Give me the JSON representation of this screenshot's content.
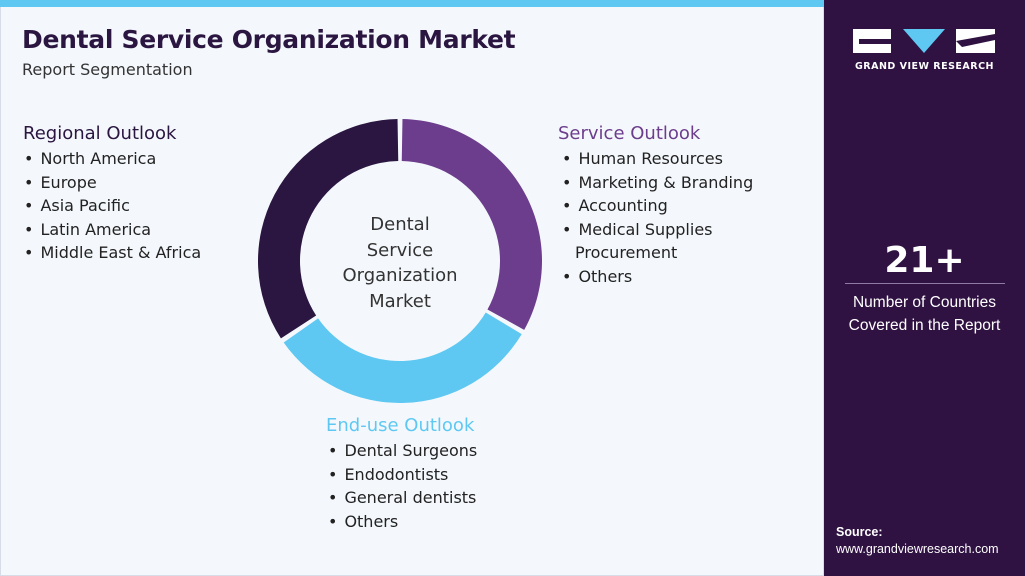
{
  "header": {
    "title": "Dental Service Organization Market",
    "subtitle": "Report Segmentation"
  },
  "diagram": {
    "center_label_lines": [
      "Dental",
      "Service",
      "Organization",
      "Market"
    ],
    "segments": [
      {
        "title": "Regional Outlook",
        "color": "#2a1640",
        "items": [
          "North America",
          "Europe",
          "Asia Pacific",
          "Latin America",
          "Middle East & Africa"
        ]
      },
      {
        "title": "Service Outlook",
        "color": "#6c3d8c",
        "items": [
          "Human Resources",
          "Marketing & Branding",
          "Accounting",
          "Medical Supplies",
          "Procurement",
          "Others"
        ]
      },
      {
        "title": "End-use Outlook",
        "color": "#5ec8f2",
        "items": [
          "Dental Surgeons",
          "Endodontists",
          "General dentists",
          "Others"
        ]
      }
    ]
  },
  "sidebar": {
    "logo_text": "GRAND VIEW RESEARCH",
    "stat_value": "21+",
    "stat_caption_line1": "Number of Countries",
    "stat_caption_line2": "Covered in the Report",
    "source_label": "Source:",
    "source_url": "www.grandviewresearch.com"
  },
  "colors": {
    "accent": "#5ec8f2",
    "dark_purple": "#2f1242",
    "medium_purple": "#6c3d8c",
    "light_blue": "#5ec8f2"
  }
}
